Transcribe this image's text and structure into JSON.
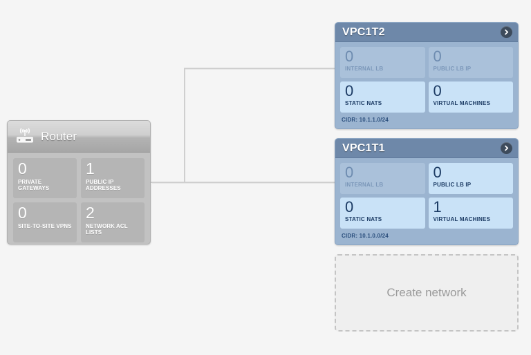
{
  "background_color": "#f5f5f5",
  "router": {
    "title": "Router",
    "icon": "router-icon",
    "tiles": [
      {
        "value": "0",
        "label": "PRIVATE GATEWAYS",
        "name": "private-gateways"
      },
      {
        "value": "1",
        "label": "PUBLIC IP ADDRESSES",
        "name": "public-ip-addresses"
      },
      {
        "value": "0",
        "label": "SITE-TO-SITE VPNS",
        "name": "site-to-site-vpns"
      },
      {
        "value": "2",
        "label": "NETWORK ACL LISTS",
        "name": "network-acl-lists"
      }
    ]
  },
  "tiers": [
    {
      "name": "VPC1T2",
      "cidr": "CIDR: 10.1.1.0/24",
      "arrow_icon": "chevron-right-icon",
      "tiles": [
        {
          "value": "0",
          "label": "INTERNAL LB",
          "name": "internal-lb",
          "state": "muted"
        },
        {
          "value": "0",
          "label": "PUBLIC LB IP",
          "name": "public-lb-ip",
          "state": "muted"
        },
        {
          "value": "0",
          "label": "STATIC NATS",
          "name": "static-nats",
          "state": "bright"
        },
        {
          "value": "0",
          "label": "VIRTUAL MACHINES",
          "name": "virtual-machines",
          "state": "bright"
        }
      ]
    },
    {
      "name": "VPC1T1",
      "cidr": "CIDR: 10.1.0.0/24",
      "arrow_icon": "chevron-right-icon",
      "tiles": [
        {
          "value": "0",
          "label": "INTERNAL LB",
          "name": "internal-lb",
          "state": "muted"
        },
        {
          "value": "0",
          "label": "PUBLIC LB IP",
          "name": "public-lb-ip",
          "state": "bright"
        },
        {
          "value": "0",
          "label": "STATIC NATS",
          "name": "static-nats",
          "state": "bright"
        },
        {
          "value": "1",
          "label": "VIRTUAL MACHINES",
          "name": "virtual-machines",
          "state": "bright"
        }
      ]
    }
  ],
  "create_network": {
    "label": "Create network"
  },
  "colors": {
    "tier_header": "#6e88a9",
    "tier_body": "#9bb4d0",
    "tile_bright": "#c9e2f7",
    "tile_muted": "#aac1da",
    "router_body": "#b5b5b5",
    "connector": "#cfcfcf"
  }
}
